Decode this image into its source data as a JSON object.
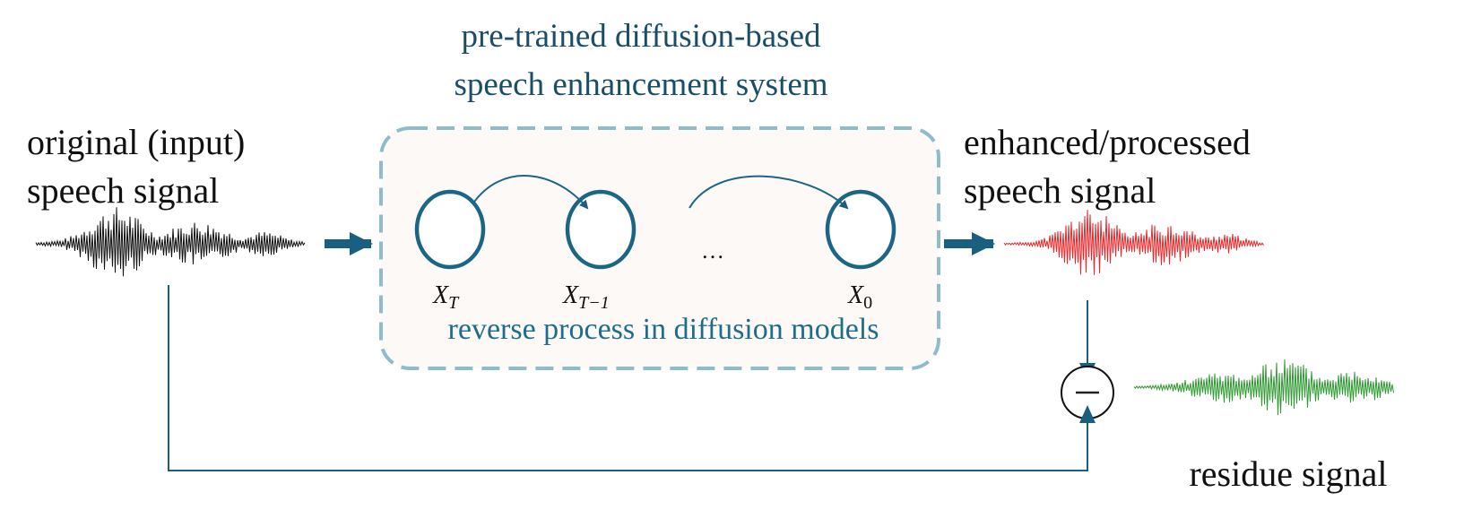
{
  "system_title": [
    "pre-trained diffusion-based",
    "speech enhancement system"
  ],
  "input_label": [
    "original (input)",
    "speech signal"
  ],
  "output_label": [
    "enhanced/processed",
    "speech signal"
  ],
  "residue_label": "residue signal",
  "reverse_process_label": "reverse process in diffusion models",
  "states": [
    {
      "base": "X",
      "sub": "T"
    },
    {
      "base": "X",
      "sub": "T−1"
    },
    {
      "base": "X",
      "sub": "0"
    }
  ],
  "ellipsis": "…",
  "colors": {
    "arrow": "#1b5f80",
    "box_border": "#8fbccb",
    "box_fill": "#fdf9f6",
    "input_wave": "#111111",
    "output_wave": "#e8282a",
    "residue_wave": "#2f9a32"
  }
}
